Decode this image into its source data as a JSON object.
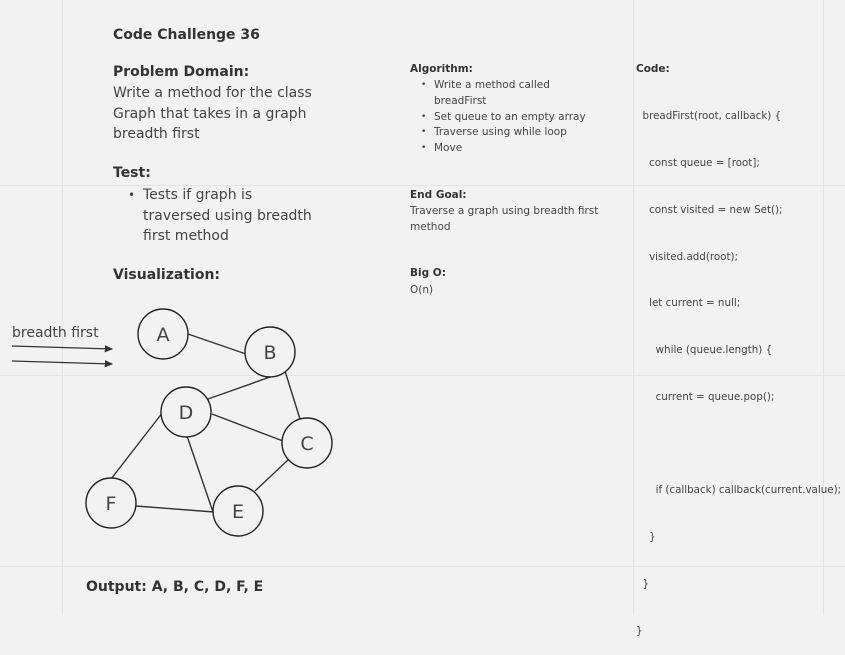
{
  "title": "Code Challenge 36",
  "problem_domain": {
    "heading": "Problem Domain:",
    "lines": [
      "Write a method for the class",
      "Graph that takes in a graph",
      "breadth first"
    ]
  },
  "test": {
    "heading": "Test:",
    "items": [
      "Tests if graph is traversed using breadth first method"
    ]
  },
  "visualization": {
    "heading": "Visualization:",
    "arrow_label": "breadth first",
    "nodes": [
      "A",
      "B",
      "C",
      "D",
      "E",
      "F"
    ]
  },
  "algorithm": {
    "heading": "Algorithm:",
    "items": [
      "Write a method called breadFirst",
      "Set queue to an empty array",
      "Traverse using while loop",
      "Move"
    ]
  },
  "end_goal": {
    "heading": "End Goal:",
    "text": "Traverse a graph using breadth first method"
  },
  "big_o": {
    "heading": "Big O:",
    "text": "O(n)"
  },
  "code": {
    "heading": "Code:",
    "lines": [
      "  breadFirst(root, callback) {",
      "    const queue = [root];",
      "    const visited = new Set();",
      "    visited.add(root);",
      "    let current = null;",
      "      while (queue.length) {",
      "      current = queue.pop();",
      "",
      "      if (callback) callback(current.value);",
      "    }",
      "  }",
      "}"
    ]
  },
  "output": "Output: A, B, C, D, F, E",
  "colors": {
    "background": "#f2f2f2",
    "text": "#333333",
    "node_stroke": "#222222"
  }
}
